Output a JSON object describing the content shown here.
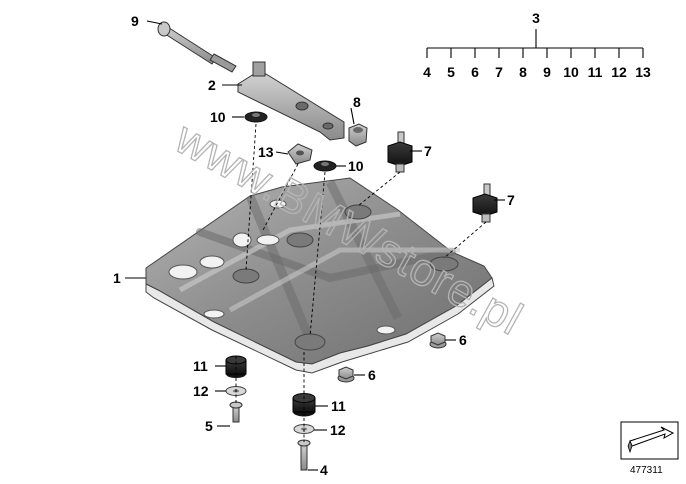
{
  "watermark": "www.BMWstore.pl",
  "reference_number": "477311",
  "group": {
    "label": "3",
    "members": [
      "4",
      "5",
      "6",
      "7",
      "8",
      "9",
      "10",
      "11",
      "12",
      "13"
    ]
  },
  "callouts": {
    "c1": "1",
    "c2": "2",
    "c4": "4",
    "c5": "5",
    "c6a": "6",
    "c6b": "6",
    "c7a": "7",
    "c7b": "7",
    "c8": "8",
    "c9": "9",
    "c10a": "10",
    "c10b": "10",
    "c11a": "11",
    "c11b": "11",
    "c12a": "12",
    "c12b": "12",
    "c13": "13"
  },
  "colors": {
    "plate": "#9a9a9a",
    "plate_dark": "#5e5e5e",
    "rubber": "#1e1e1e",
    "hardware": "#b8b8b8"
  }
}
